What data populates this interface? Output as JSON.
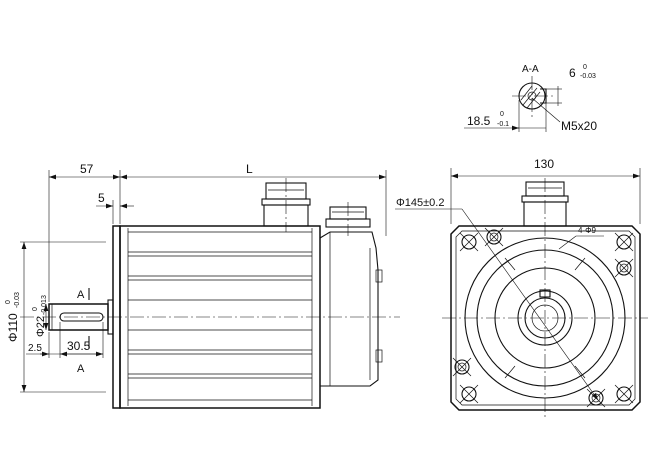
{
  "section": {
    "label": "A-A",
    "key_width": "6",
    "key_width_tol_upper": "0",
    "key_width_tol_lower": "-0.03",
    "key_depth": "18.5",
    "key_depth_tol_upper": "0",
    "key_depth_tol_lower": "-0.1",
    "thread": "M5x20"
  },
  "side_view": {
    "shaft_length": "57",
    "flange_thickness": "5",
    "body_length": "L",
    "pilot_diameter": "Φ110",
    "pilot_tol_upper": "0",
    "pilot_tol_lower": "-0.03",
    "shaft_diameter": "Φ22",
    "shaft_tol_upper": "0",
    "shaft_tol_lower": "-0.013",
    "key_offset": "2.5",
    "key_length": "30.5",
    "section_mark": "A"
  },
  "front_view": {
    "flange_size": "130",
    "pcd": "Φ145±0.2",
    "holes": "4-Φ9"
  },
  "colors": {
    "line": "#111111",
    "background": "#ffffff"
  }
}
